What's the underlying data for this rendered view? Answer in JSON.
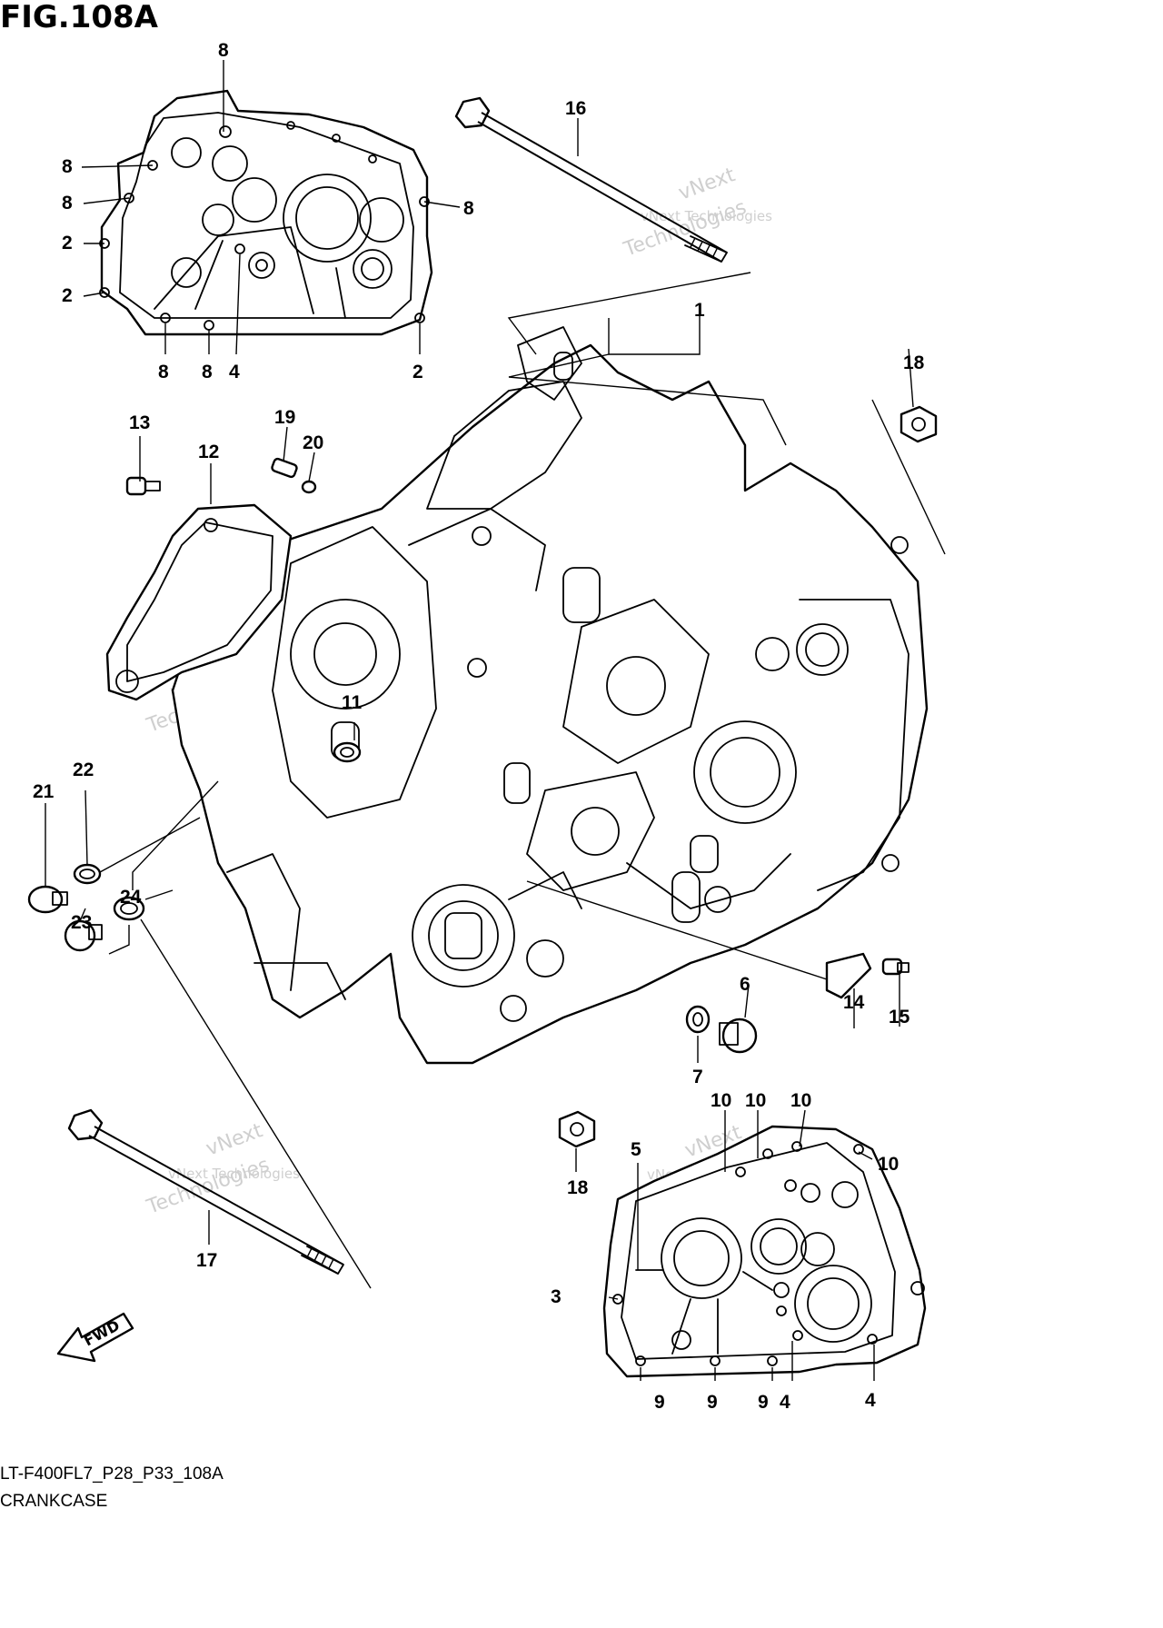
{
  "figure": {
    "title": "FIG.108A",
    "code": "LT-F400FL7_P28_P33_108A",
    "name": "CRANKCASE",
    "fwd_label": "FWD"
  },
  "watermark": {
    "line1": "vNext Technologies",
    "line2": "vNext",
    "line3": "Technologies"
  },
  "callouts": {
    "c1": "1",
    "c2a": "2",
    "c2b": "2",
    "c2c": "2",
    "c3": "3",
    "c4a": "4",
    "c4b": "4",
    "c4c": "4",
    "c5": "5",
    "c6": "6",
    "c7": "7",
    "c8a": "8",
    "c8b": "8",
    "c8c": "8",
    "c8d": "8",
    "c8e": "8",
    "c8f": "8",
    "c9a": "9",
    "c9b": "9",
    "c9c": "9",
    "c10a": "10",
    "c10b": "10",
    "c10c": "10",
    "c10d": "10",
    "c11": "11",
    "c12": "12",
    "c13": "13",
    "c14": "14",
    "c15": "15",
    "c16": "16",
    "c17": "17",
    "c18a": "18",
    "c18b": "18",
    "c19": "19",
    "c20": "20",
    "c21": "21",
    "c22": "22",
    "c23": "23",
    "c24": "24"
  }
}
